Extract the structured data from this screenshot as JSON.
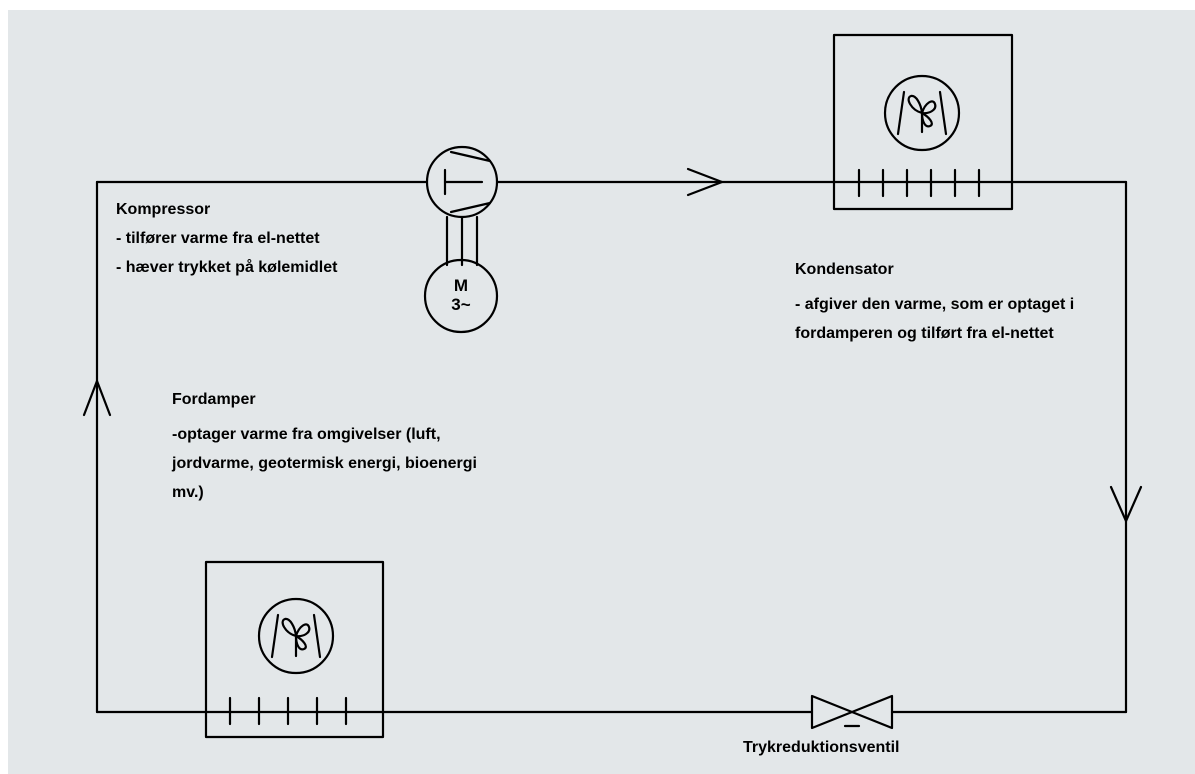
{
  "compressor": {
    "title": "Kompressor",
    "lines": [
      "- tilfører varme fra el-nettet",
      "- hæver trykket på kølemidlet"
    ],
    "motor": {
      "line1": "M",
      "line2": "3~"
    }
  },
  "condenser": {
    "title": "Kondensator",
    "lines": [
      "- afgiver den varme, som er optaget i",
      "fordamperen og tilført fra el-nettet"
    ]
  },
  "evaporator": {
    "title": "Fordamper",
    "lines": [
      "-optager varme fra omgivelser (luft,",
      "jordvarme, geotermisk energi, bioenergi",
      "mv.)"
    ]
  },
  "valve": {
    "label": "Trykreduktionsventil"
  },
  "colors": {
    "background": "#e3e7e9",
    "line": "#000000"
  }
}
